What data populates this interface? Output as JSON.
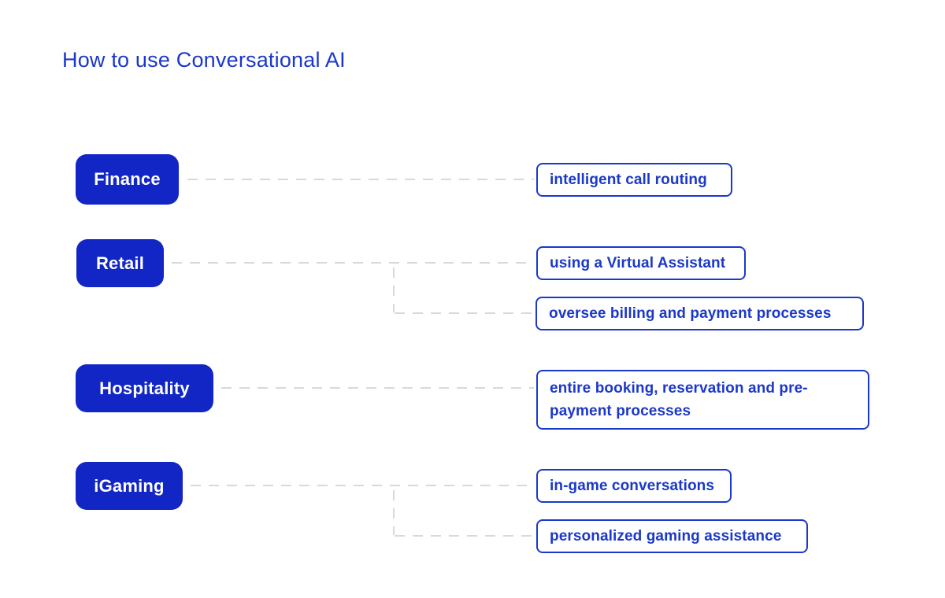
{
  "title": "How to use Conversational AI",
  "diagram": {
    "categories": [
      {
        "label": "Finance"
      },
      {
        "label": "Retail"
      },
      {
        "label": "Hospitality"
      },
      {
        "label": "iGaming"
      }
    ],
    "use_cases": [
      {
        "label": "intelligent call routing",
        "category": "Finance"
      },
      {
        "label": "using a Virtual Assistant",
        "category": "Retail"
      },
      {
        "label": "oversee billing and payment processes",
        "category": "Retail"
      },
      {
        "label": "entire booking, reservation and pre-payment processes",
        "category": "Hospitality"
      },
      {
        "label": "in-game conversations",
        "category": "iGaming"
      },
      {
        "label": "personalized gaming assistance",
        "category": "iGaming"
      }
    ],
    "colors": {
      "primary_blue": "#1126c5",
      "text_blue": "#1b38c9",
      "connector_gray": "#d9d9d9"
    }
  }
}
